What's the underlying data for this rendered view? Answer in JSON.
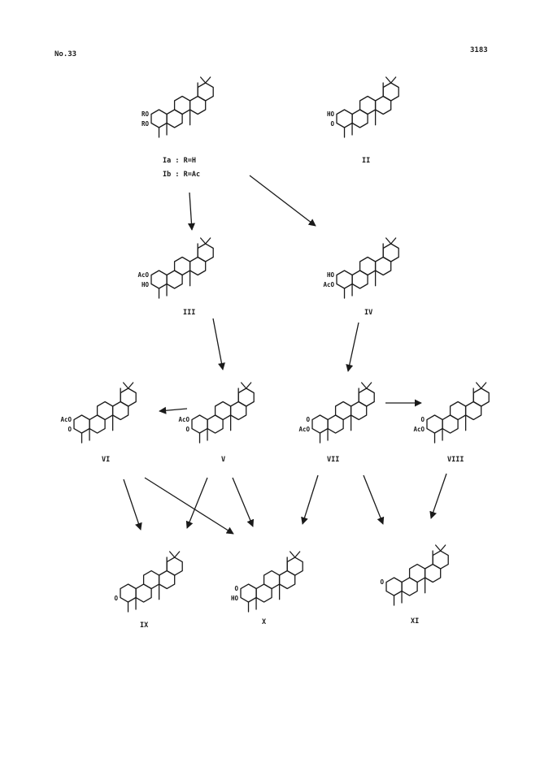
{
  "header": {
    "journal": "No.33",
    "page": "3183"
  },
  "compounds": [
    {
      "id": "I",
      "label": "Ia  :  R=H",
      "label2": "Ib  :  R=Ac",
      "subs": [
        "RO",
        "RO"
      ]
    },
    {
      "id": "II",
      "label": "II",
      "subs": [
        "HO",
        "O"
      ]
    },
    {
      "id": "III",
      "label": "III",
      "subs": [
        "AcO",
        "HO"
      ]
    },
    {
      "id": "IV",
      "label": "IV",
      "subs": [
        "HO",
        "AcO"
      ]
    },
    {
      "id": "V",
      "label": "V",
      "subs": [
        "AcO",
        "O"
      ]
    },
    {
      "id": "VI",
      "label": "VI",
      "subs": [
        "AcO",
        "O"
      ]
    },
    {
      "id": "VII",
      "label": "VII",
      "subs": [
        "O",
        "AcO"
      ]
    },
    {
      "id": "VIII",
      "label": "VIII",
      "subs": [
        "O",
        "AcO"
      ]
    },
    {
      "id": "IX",
      "label": "IX",
      "subs": [
        "",
        "O"
      ]
    },
    {
      "id": "X",
      "label": "X",
      "subs": [
        "O",
        "HO"
      ]
    },
    {
      "id": "XI",
      "label": "XI",
      "subs": [
        "O",
        ""
      ]
    }
  ],
  "arrows": [
    {
      "from": "I",
      "to": "III"
    },
    {
      "from": "I",
      "to": "IV"
    },
    {
      "from": "III",
      "to": "V"
    },
    {
      "from": "IV",
      "to": "VII"
    },
    {
      "from": "V",
      "to": "VI"
    },
    {
      "from": "VII",
      "to": "VIII"
    },
    {
      "from": "VI",
      "to": "IX"
    },
    {
      "from": "VI",
      "to": "X"
    },
    {
      "from": "V",
      "to": "IX"
    },
    {
      "from": "V",
      "to": "X"
    },
    {
      "from": "VII",
      "to": "X"
    },
    {
      "from": "VII",
      "to": "XI"
    },
    {
      "from": "VIII",
      "to": "XI"
    }
  ]
}
